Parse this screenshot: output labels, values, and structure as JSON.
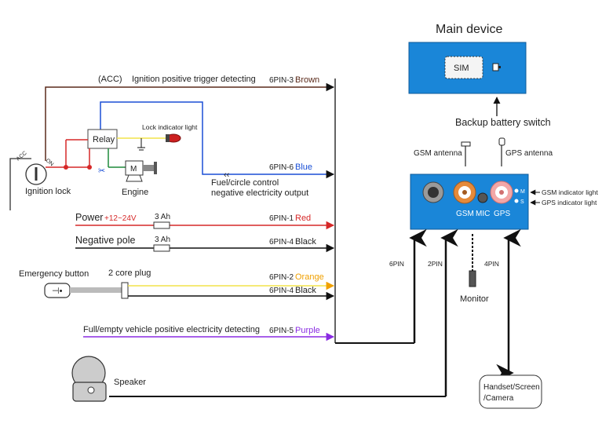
{
  "colors": {
    "red": "#d62828",
    "blue": "#1a4fd6",
    "orange": "#f0a000",
    "yellow": "#f2e34a",
    "purple": "#8a2be2",
    "brown": "#5a2a1a",
    "black": "#111111",
    "device_blue": "#1a86d8",
    "relay_green": "#1f8a3a"
  },
  "main_device": {
    "title": "Main device",
    "sim": "SIM",
    "backup_switch": "Backup battery switch"
  },
  "antennas": {
    "gsm": "GSM antenna",
    "gps": "GPS antenna"
  },
  "ports": {
    "gsm": "GSM",
    "mic": "MIC",
    "gps": "GPS",
    "m": "M",
    "s": "S",
    "gsm_indicator": "GSM indicator light",
    "gps_indicator": "GPS indicator light"
  },
  "connectors": {
    "pin6": "6PIN",
    "pin2": "2PIN",
    "pin4": "4PIN"
  },
  "peripherals": {
    "monitor": "Monitor",
    "handset": [
      "Handset/Screen",
      "/Camera"
    ],
    "speaker": "Speaker"
  },
  "left": {
    "acc": "(ACC)",
    "ignition_trigger": "Ignition positive trigger detecting",
    "relay": "Relay",
    "lock_indicator": "Lock indicator light",
    "motor": "M",
    "engine": "Engine",
    "ignition_lock": "Ignition lock",
    "lock_acc": "ACC",
    "lock_on": "ON",
    "fuel_control": [
      "Fuel/circle control",
      "negative electricity output"
    ],
    "power": "Power",
    "power_voltage": "+12~24V",
    "fuse1": "3 Ah",
    "negative_pole": "Negative pole",
    "fuse2": "3 Ah",
    "emergency_button": "Emergency button",
    "two_core_plug": "2 core plug",
    "full_empty": "Full/empty vehicle positive electricity detecting"
  },
  "wires": [
    {
      "pin": "6PIN-3",
      "color_name": "Brown"
    },
    {
      "pin": "6PIN-6",
      "color_name": "Blue"
    },
    {
      "pin": "6PIN-1",
      "color_name": "Red"
    },
    {
      "pin": "6PIN-4",
      "color_name": "Black"
    },
    {
      "pin": "6PIN-2",
      "color_name": "Orange"
    },
    {
      "pin": "6PIN-4",
      "color_name": "Black"
    },
    {
      "pin": "6PIN-5",
      "color_name": "Purple"
    }
  ]
}
